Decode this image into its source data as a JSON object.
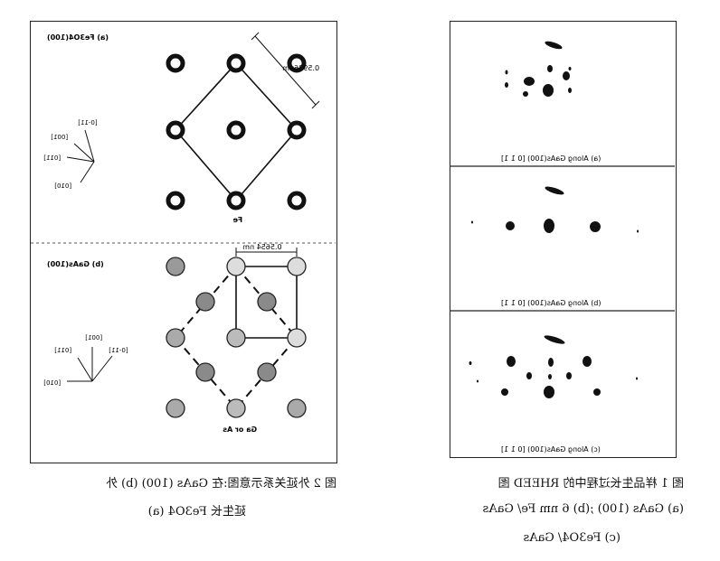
{
  "figure2": {
    "panel_a_label": "(a) Fe3O4(100)",
    "panel_a_distance": "0.5936nm",
    "panel_a_atom_label": "Fe",
    "panel_b_label": "(b) GaAs(100)",
    "panel_b_distance": "0.5654 nm",
    "panel_b_atom_label": "Ga or As",
    "axes_a": [
      "[0-11]",
      "[001]",
      "[011]",
      "[010]"
    ],
    "axes_b": [
      "[001]",
      "[011]",
      "[0-11]",
      "[010]"
    ],
    "caption_line1": "图  2  外延关系示意图:在 GaAs (100) (b) 外",
    "caption_line2": "延生长 Fe3O4 (a)"
  },
  "figure1": {
    "panel_a_label": "(a) Along GaAs(100) [0 1 1]",
    "panel_b_label": "(b) Along GaAs(100) [0 1 1]",
    "panel_c_label": "(c) Along GaAs(100) [0 1 1]",
    "caption_line1": "图  1 样品生长过程中的 RHEED 图",
    "caption_line2": "(a)  GaAs (100) ;(b) 6 nm Fe/ GaAs",
    "caption_line3": "(c) Fe3O4/ GaAs"
  }
}
